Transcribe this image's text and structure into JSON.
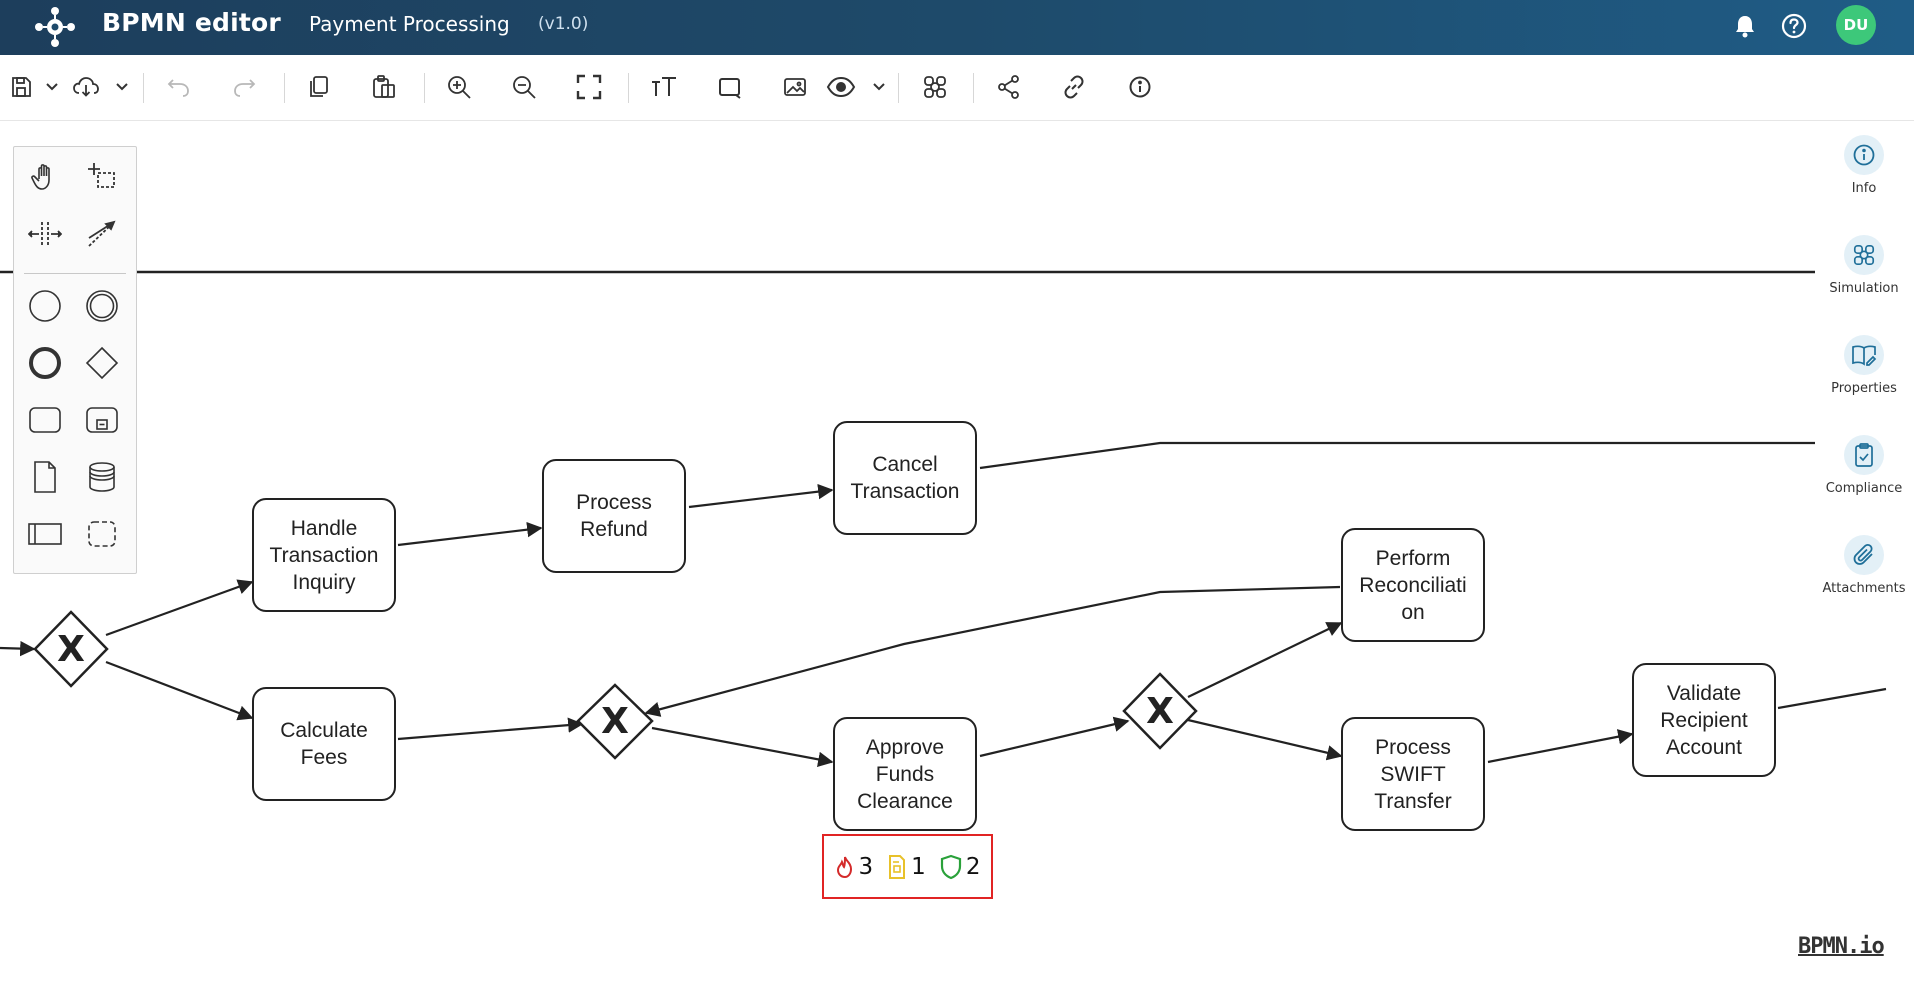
{
  "header": {
    "app_title": "BPMN editor",
    "doc_title": "Payment Processing",
    "doc_version": "(v1.0)",
    "user_initials": "DU"
  },
  "colors": {
    "header_start": "#1d3e5c",
    "header_end": "#1f5c86",
    "avatar": "#3dc87a",
    "highlight_box": "#e12424",
    "risk_icon": "#d42a2a",
    "control_icon": "#e8c12a",
    "compliance_icon": "#2aa13a",
    "side_icon": "#1f6f99"
  },
  "toolbar": {
    "icons": [
      "save-icon",
      "dropdown-chevron-icon",
      "cloud-download-icon",
      "dropdown-chevron-icon",
      "undo-icon",
      "redo-icon",
      "copy-icon",
      "paste-icon",
      "zoom-in-icon",
      "zoom-out-icon",
      "fit-screen-icon",
      "text-size-icon",
      "frame-icon",
      "image-icon",
      "eye-icon",
      "dropdown-chevron-icon",
      "simulation-icon",
      "share-icon",
      "link-icon",
      "info-icon"
    ]
  },
  "palette": {
    "tools": [
      "hand-tool",
      "lasso-tool",
      "space-tool",
      "connect-tool",
      "start-event",
      "intermediate-event",
      "end-event",
      "gateway",
      "task",
      "subprocess",
      "data-object",
      "data-store",
      "pool",
      "group"
    ]
  },
  "diagram": {
    "tasks": [
      {
        "id": "handle",
        "label": "Handle\nTransaction\nInquiry"
      },
      {
        "id": "refund",
        "label": "Process\nRefund"
      },
      {
        "id": "cancel",
        "label": "Cancel\nTransaction"
      },
      {
        "id": "fees",
        "label": "Calculate\nFees"
      },
      {
        "id": "approve",
        "label": "Approve\nFunds\nClearance"
      },
      {
        "id": "recon",
        "label": "Perform\nReconciliati\non"
      },
      {
        "id": "swift",
        "label": "Process\nSWIFT\nTransfer"
      },
      {
        "id": "validate",
        "label": "Validate\nRecipient\nAccount"
      }
    ],
    "gateway_symbol": "X",
    "badges": [
      {
        "icon": "risk-flame-icon",
        "count": "3"
      },
      {
        "icon": "control-document-icon",
        "count": "1"
      },
      {
        "icon": "compliance-shield-icon",
        "count": "2"
      }
    ]
  },
  "side_panel": [
    {
      "label": "Info",
      "icon": "info-icon"
    },
    {
      "label": "Simulation",
      "icon": "simulation-icon"
    },
    {
      "label": "Properties",
      "icon": "book-edit-icon"
    },
    {
      "label": "Compliance",
      "icon": "clipboard-check-icon"
    },
    {
      "label": "Attachments",
      "icon": "paperclip-icon"
    }
  ],
  "watermark": "BPMN.io"
}
